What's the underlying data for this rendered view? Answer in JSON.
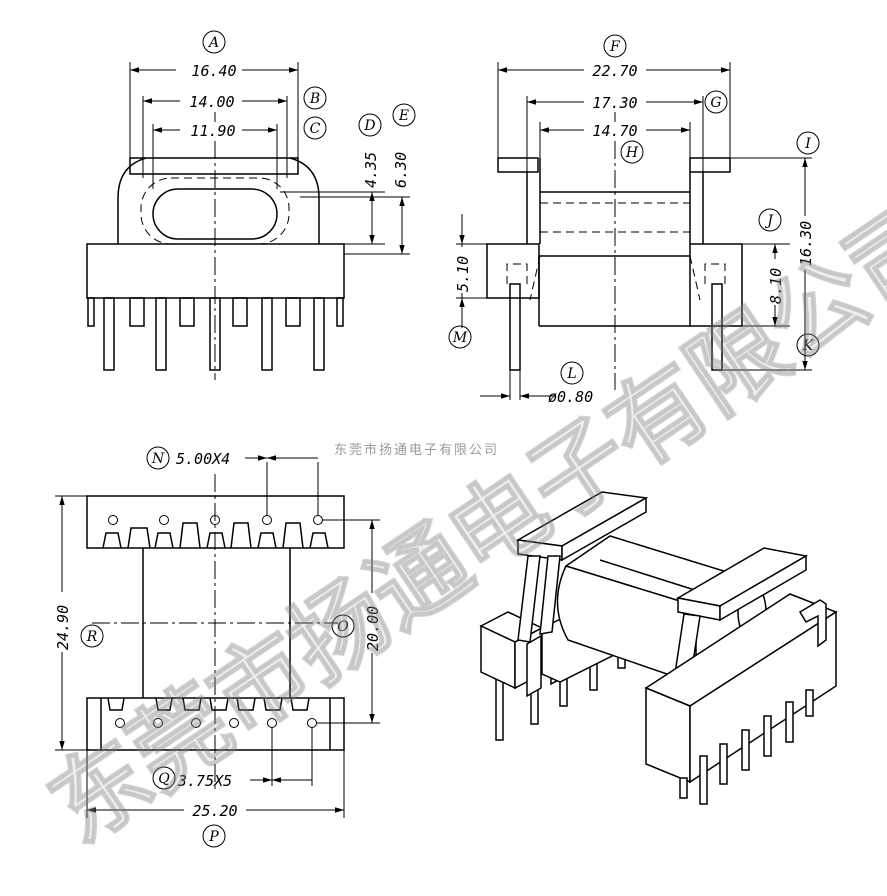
{
  "watermark": {
    "small": "东莞市扬通电子有限公司",
    "chars": [
      "东",
      "莞",
      "市",
      "扬",
      "通",
      "电",
      "子",
      "有",
      "限",
      "公",
      "司"
    ]
  },
  "front_view": {
    "labels": {
      "A": "A",
      "B": "B",
      "C": "C",
      "D": "D",
      "E": "E"
    },
    "dims": {
      "A": "16.40",
      "B": "14.00",
      "C": "11.90",
      "D": "4.35",
      "E": "6.30"
    }
  },
  "side_view": {
    "labels": {
      "F": "F",
      "G": "G",
      "H": "H",
      "I": "I",
      "J": "J",
      "K": "K",
      "L": "L",
      "M": "M"
    },
    "dims": {
      "F": "22.70",
      "G": "17.30",
      "H": "14.70",
      "I": "16.30",
      "J": "8.10",
      "M": "5.10",
      "L": "ø0.80"
    }
  },
  "bottom_view": {
    "labels": {
      "N": "N",
      "O": "O",
      "P": "P",
      "Q": "Q",
      "R": "R"
    },
    "dims": {
      "N": "5.00X4",
      "O": "20.00",
      "P": "25.20",
      "Q": "3.75X5",
      "R": "24.90"
    }
  },
  "iso_view": {}
}
